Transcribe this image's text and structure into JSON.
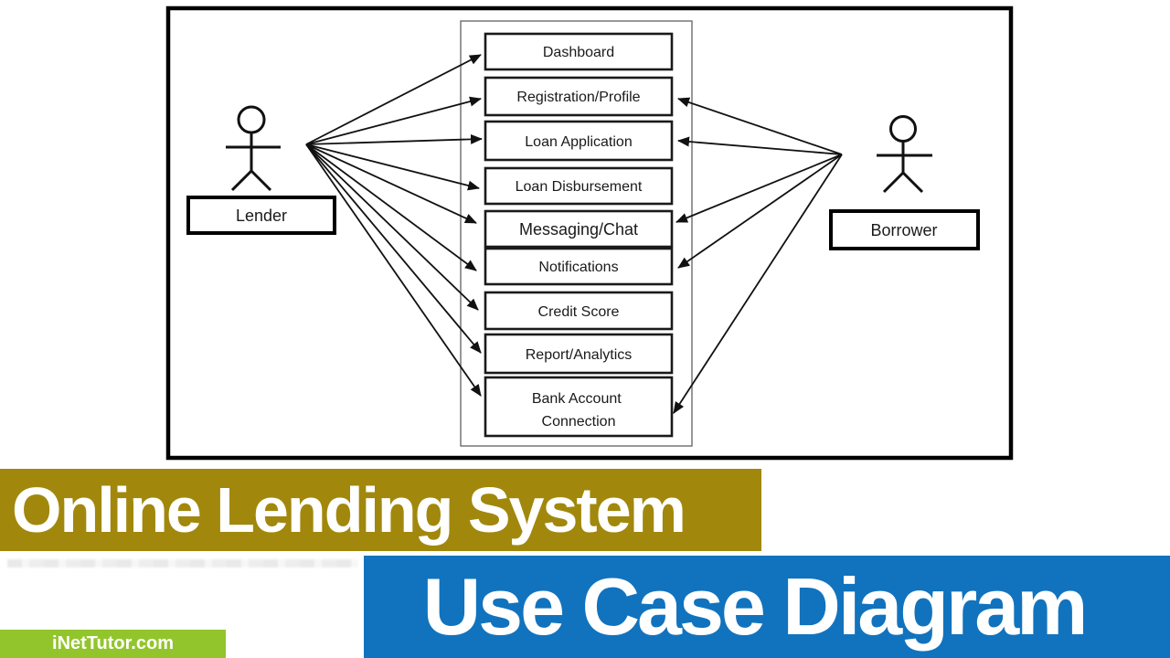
{
  "diagram": {
    "type": "use-case",
    "actors": [
      {
        "name": "Lender",
        "side": "left"
      },
      {
        "name": "Borrower",
        "side": "right"
      }
    ],
    "usecases": [
      {
        "label": "Dashboard"
      },
      {
        "label": "Registration/Profile"
      },
      {
        "label": "Loan Application"
      },
      {
        "label": "Loan Disbursement"
      },
      {
        "label": "Messaging/Chat"
      },
      {
        "label": "Notifications"
      },
      {
        "label": "Credit Score"
      },
      {
        "label": "Report/Analytics"
      },
      {
        "label": "Bank Account Connection",
        "lines": [
          "Bank Account",
          "Connection"
        ]
      }
    ],
    "associations": {
      "Lender": [
        "Dashboard",
        "Registration/Profile",
        "Loan Application",
        "Loan Disbursement",
        "Messaging/Chat",
        "Notifications",
        "Credit Score",
        "Report/Analytics",
        "Bank Account Connection"
      ],
      "Borrower": [
        "Registration/Profile",
        "Loan Application",
        "Messaging/Chat",
        "Notifications",
        "Bank Account Connection"
      ]
    }
  },
  "banners": {
    "title": {
      "text": "Online Lending System",
      "bg_color": "#A1880C",
      "text_color": "#ffffff"
    },
    "subtitle": {
      "text": "Use Case Diagram",
      "bg_color": "#1173BE",
      "text_color": "#ffffff"
    },
    "brand": {
      "text": "iNetTutor.com",
      "bg_color": "#92C52C",
      "text_color": "#ffffff"
    }
  }
}
